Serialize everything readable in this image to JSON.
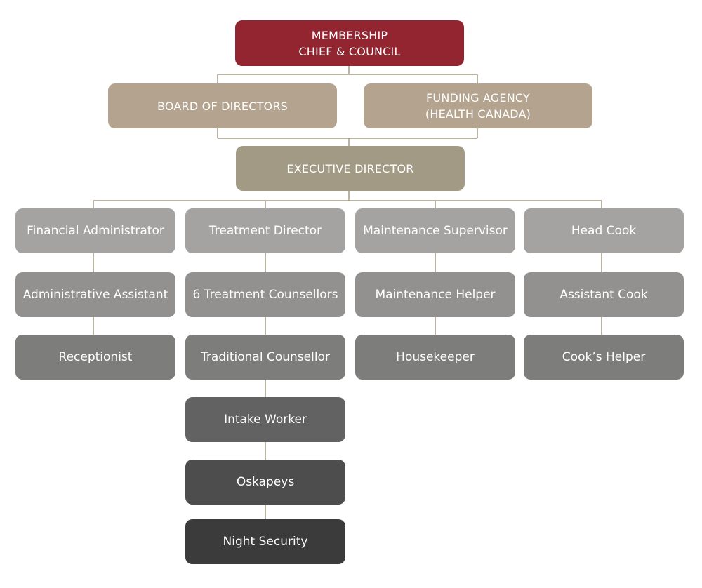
{
  "colors": {
    "crimson": "#922530",
    "tan_light": "#b3a38f",
    "tan_dark": "#a39a86",
    "gray_1": "#a4a3a1",
    "gray_2": "#929190",
    "gray_3": "#7d7d7c",
    "gray_4": "#626262",
    "gray_5": "#4d4d4d",
    "gray_6": "#3b3b3b",
    "connector": "#a39a86"
  },
  "nodes": {
    "membership": "MEMBERSHIP\nCHIEF & COUNCIL",
    "board": "BOARD OF DIRECTORS",
    "funding": "FUNDING AGENCY\n(HEALTH CANADA)",
    "executive": "EXECUTIVE DIRECTOR",
    "financial_administrator": "Financial Administrator",
    "administrative_assistant": "Administrative Assistant",
    "receptionist": "Receptionist",
    "treatment_director": "Treatment Director",
    "treatment_counsellors": "6 Treatment Counsellors",
    "traditional_counsellor": "Traditional Counsellor",
    "intake_worker": "Intake Worker",
    "oskapeys": "Oskapeys",
    "night_security": "Night Security",
    "maintenance_supervisor": "Maintenance Supervisor",
    "maintenance_helper": "Maintenance Helper",
    "housekeeper": "Housekeeper",
    "head_cook": "Head Cook",
    "assistant_cook": "Assistant Cook",
    "cooks_helper": "Cook’s Helper"
  }
}
